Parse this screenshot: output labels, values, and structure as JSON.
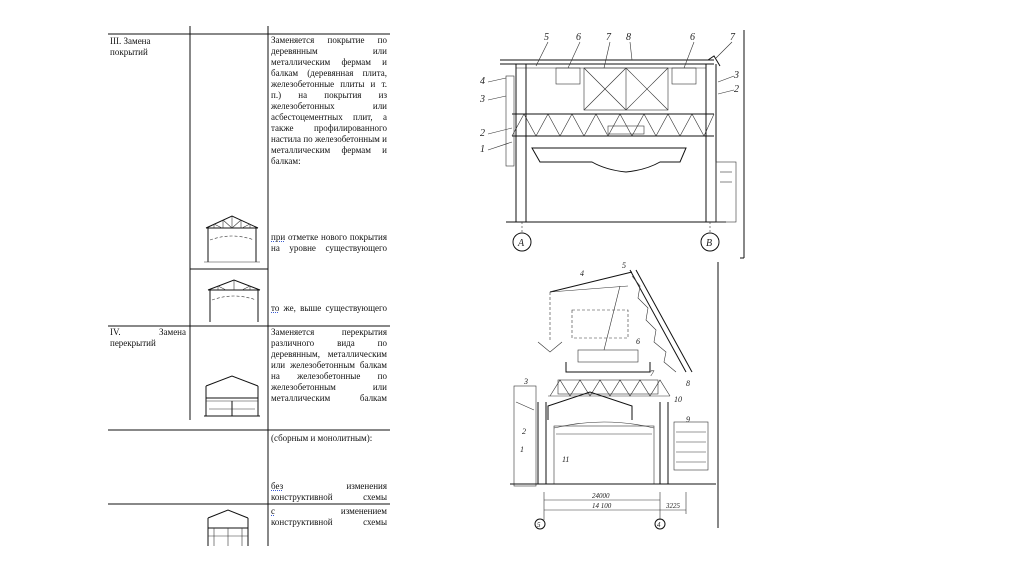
{
  "table": {
    "row3": {
      "title": "III. Замена покрытий",
      "desc": "Заменяется покрытие по деревянным или металлическим фермам и балкам (деревянная плита, железобетонные плиты и т. п.) на покрытия из железобетонных или асбестоцементных плит, а также профилированного настила по железобетонным и металлическим фермам и балкам:",
      "opt1_link": "при",
      "opt1_rest": "отметке нового покрытия на уровне существующего",
      "opt2_link": "то",
      "opt2_rest": "же, выше существующего"
    },
    "row4": {
      "title": "IV. Замена перекрытий",
      "desc": "Заменяется перекрытия различного вида по деревянным, металлическим или железобетонным балкам на железобетонные по железобетонным или металлическим балкам",
      "desc_cont": "(сборным и монолитным):",
      "opt1_link": "без",
      "opt1_rest": "изменения конструктивной схемы",
      "opt2_link": "с",
      "opt2_rest": "изменением конструктивной схемы"
    }
  },
  "drawing_top": {
    "labels": [
      "1",
      "2",
      "3",
      "4",
      "5",
      "6",
      "7",
      "8",
      "6",
      "7",
      "3",
      "2"
    ],
    "axis_left": "А",
    "axis_right": "В"
  },
  "drawing_bottom": {
    "labels": [
      "1",
      "2",
      "3",
      "4",
      "5",
      "6",
      "7",
      "8",
      "9",
      "10",
      "11"
    ],
    "dim_1": "24000",
    "dim_2": "14 100",
    "dim_3": "3225",
    "axis_left": "5",
    "axis_right": "4"
  }
}
